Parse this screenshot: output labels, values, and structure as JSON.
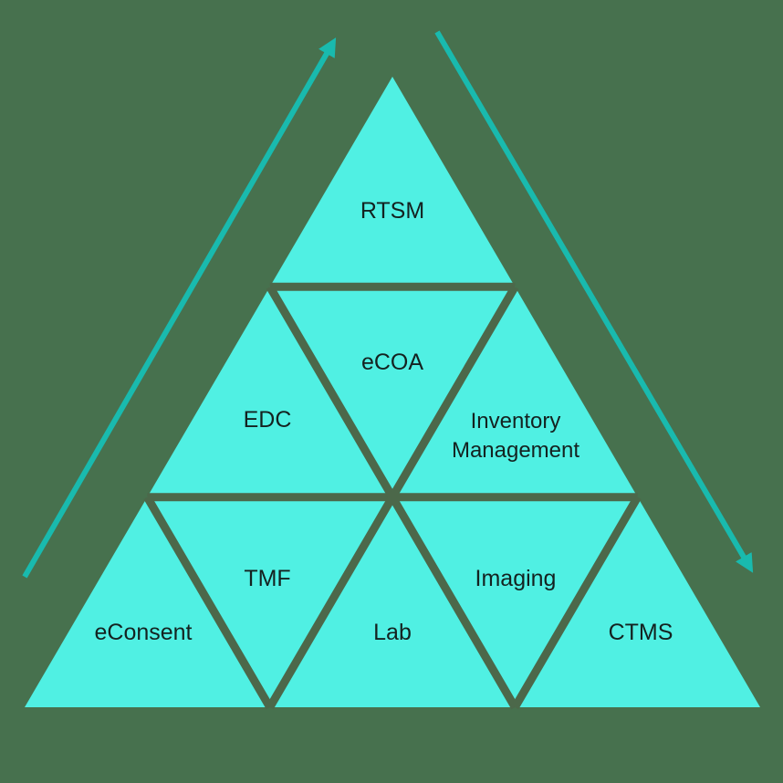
{
  "canvas": {
    "background_color": "#47714E"
  },
  "pyramid": {
    "fill_color": "#50F0E3",
    "divider_color": "#4C684A",
    "text_color": "#142220",
    "cells": [
      {
        "id": "rtsm",
        "label": "RTSM",
        "row": 1,
        "orientation": "up"
      },
      {
        "id": "edc",
        "label": "EDC",
        "row": 2,
        "orientation": "up"
      },
      {
        "id": "ecoa",
        "label": "eCOA",
        "row": 2,
        "orientation": "down"
      },
      {
        "id": "inventory-management",
        "label": "Inventory Management",
        "line1": "Inventory",
        "line2": "Management",
        "row": 2,
        "orientation": "up"
      },
      {
        "id": "econsent",
        "label": "eConsent",
        "row": 3,
        "orientation": "up"
      },
      {
        "id": "tmf",
        "label": "TMF",
        "row": 3,
        "orientation": "down"
      },
      {
        "id": "lab",
        "label": "Lab",
        "row": 3,
        "orientation": "up"
      },
      {
        "id": "imaging",
        "label": "Imaging",
        "row": 3,
        "orientation": "down"
      },
      {
        "id": "ctms",
        "label": "CTMS",
        "row": 3,
        "orientation": "up"
      }
    ]
  },
  "arrows": {
    "color": "#19BAAE",
    "left_arrow_direction": "ascending",
    "right_arrow_direction": "descending"
  }
}
